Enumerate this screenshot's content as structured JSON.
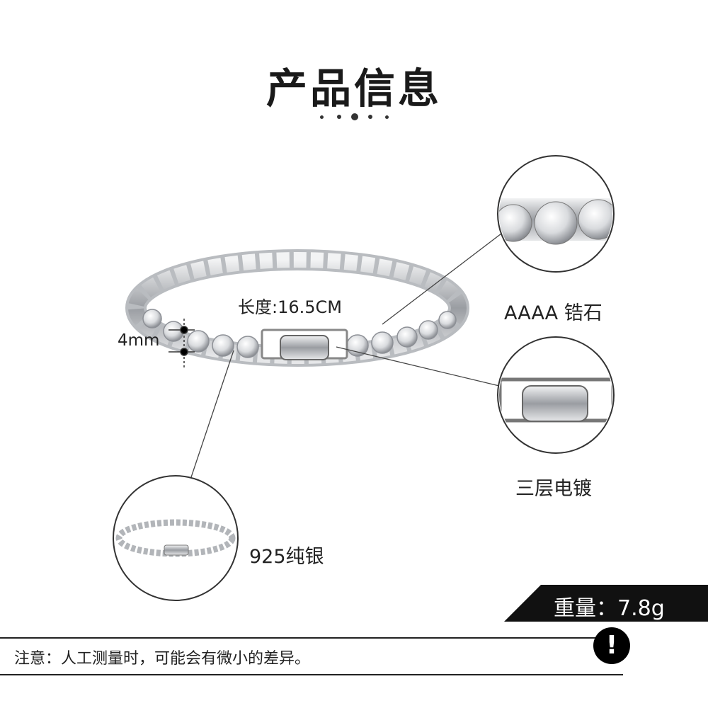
{
  "header": {
    "title": "产品信息"
  },
  "product": {
    "length_label": "长度:16.5CM",
    "width_label": "4mm",
    "feature_zircon": "AAAA 锆石",
    "feature_plating": "三层电镀",
    "feature_silver": "925纯银"
  },
  "weight": {
    "text": "重量：7.8g"
  },
  "note": {
    "text": "注意：人工测量时，可能会有微小的差异。",
    "icon": "!"
  },
  "colors": {
    "accent": "#111111",
    "silver": "#c8cacc"
  }
}
